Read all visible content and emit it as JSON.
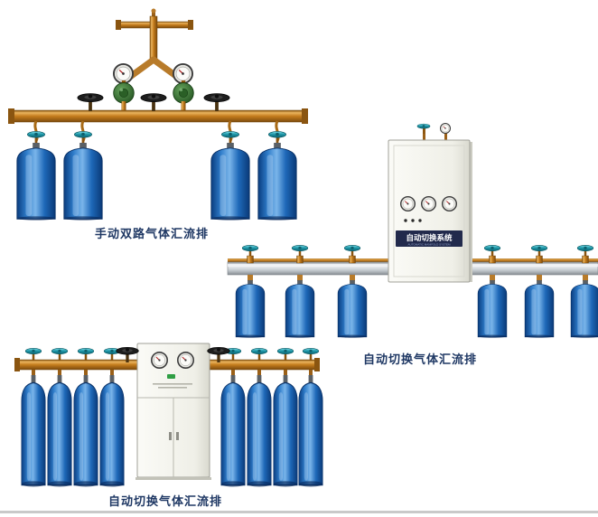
{
  "page": {
    "background": "#ffffff"
  },
  "products": {
    "manual_dual": {
      "caption": "手动双路气体汇流排"
    },
    "auto_right": {
      "caption": "自动切换气体汇流排"
    },
    "auto_bottom": {
      "caption": "自动切换气体汇流排"
    }
  },
  "control_cabinet": {
    "panel_title": "自动切换系统",
    "panel_subtitle": "AUTOMATIC MANIFOLD SYSTEM"
  },
  "colors": {
    "caption_text": "#1f3864",
    "brass": "#c07820",
    "cylinder_blue": "#2f7dca",
    "valve_teal": "#1b93a4",
    "rail_silver": "#c3c9ce",
    "cabinet_face": "#f4f4ee",
    "panel_navy": "#222a4c"
  }
}
